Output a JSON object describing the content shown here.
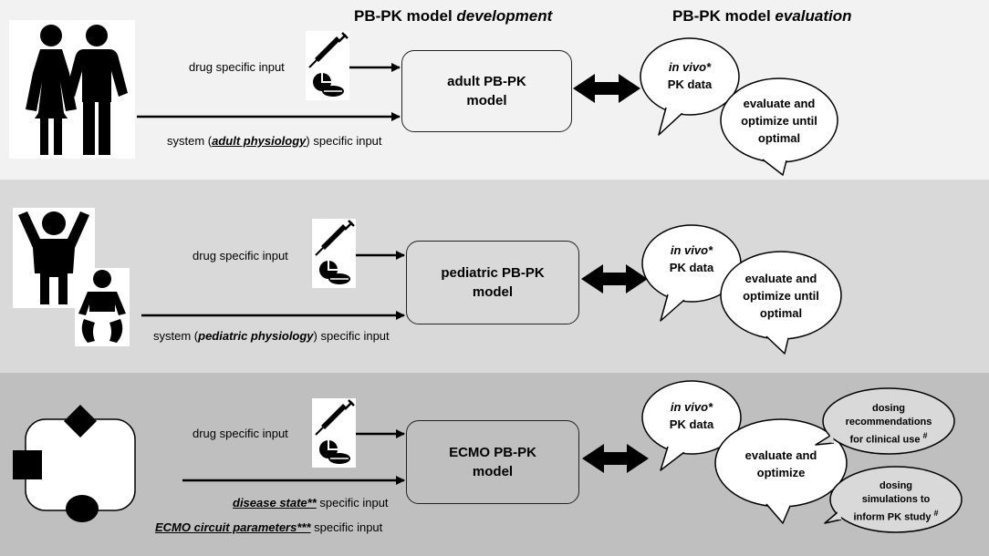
{
  "headers": {
    "development_prefix": "PB-PK model ",
    "development_emph": "development",
    "evaluation_prefix": "PB-PK model ",
    "evaluation_emph": "evaluation"
  },
  "adult": {
    "drug_input": "drug specific input",
    "system_prefix": "system (",
    "system_emph": "adult physiology",
    "system_suffix": ") specific input",
    "model_line1": "adult PB-PK",
    "model_line2": "model",
    "bubble1_emph": "in vivo*",
    "bubble1_line2": "PK data",
    "bubble2_line1": "evaluate and",
    "bubble2_line2": "optimize until",
    "bubble2_line3": "optimal"
  },
  "pediatric": {
    "drug_input": "drug specific input",
    "system_prefix": "system (",
    "system_emph": "pediatric physiology",
    "system_suffix": ") specific input",
    "model_line1": "pediatric PB-PK",
    "model_line2": "model",
    "bubble1_emph": "in vivo*",
    "bubble1_line2": "PK data",
    "bubble2_line1": "evaluate and",
    "bubble2_line2": "optimize until",
    "bubble2_line3": "optimal"
  },
  "ecmo": {
    "drug_input": "drug specific input",
    "disease_emph": "disease state**",
    "disease_suffix": " specific input",
    "circuit_emph": "ECMO circuit parameters***",
    "circuit_suffix": " specific input",
    "model_line1": "ECMO PB-PK",
    "model_line2": "model",
    "bubble1_emph": "in vivo*",
    "bubble1_line2": "PK data",
    "bubble2_line1": "evaluate and",
    "bubble2_line2": "optimize",
    "bubble3_line1": "dosing",
    "bubble3_line2": "recommendations",
    "bubble3_line3": "for clinical use",
    "bubble3_mark": "#",
    "bubble4_line1": "dosing",
    "bubble4_line2": "simulations to",
    "bubble4_line3": "inform PK study",
    "bubble4_mark": "#"
  },
  "colors": {
    "band_adult": "#f2f2f2",
    "band_pediatric": "#d9d9d9",
    "band_ecmo": "#bfbfbf",
    "icon_fill": "#000000"
  },
  "icons": [
    "adult-couple-icon",
    "child-icon",
    "baby-icon",
    "ecmo-circuit-icon",
    "syringe-icon",
    "pills-icon",
    "double-arrow-icon"
  ]
}
